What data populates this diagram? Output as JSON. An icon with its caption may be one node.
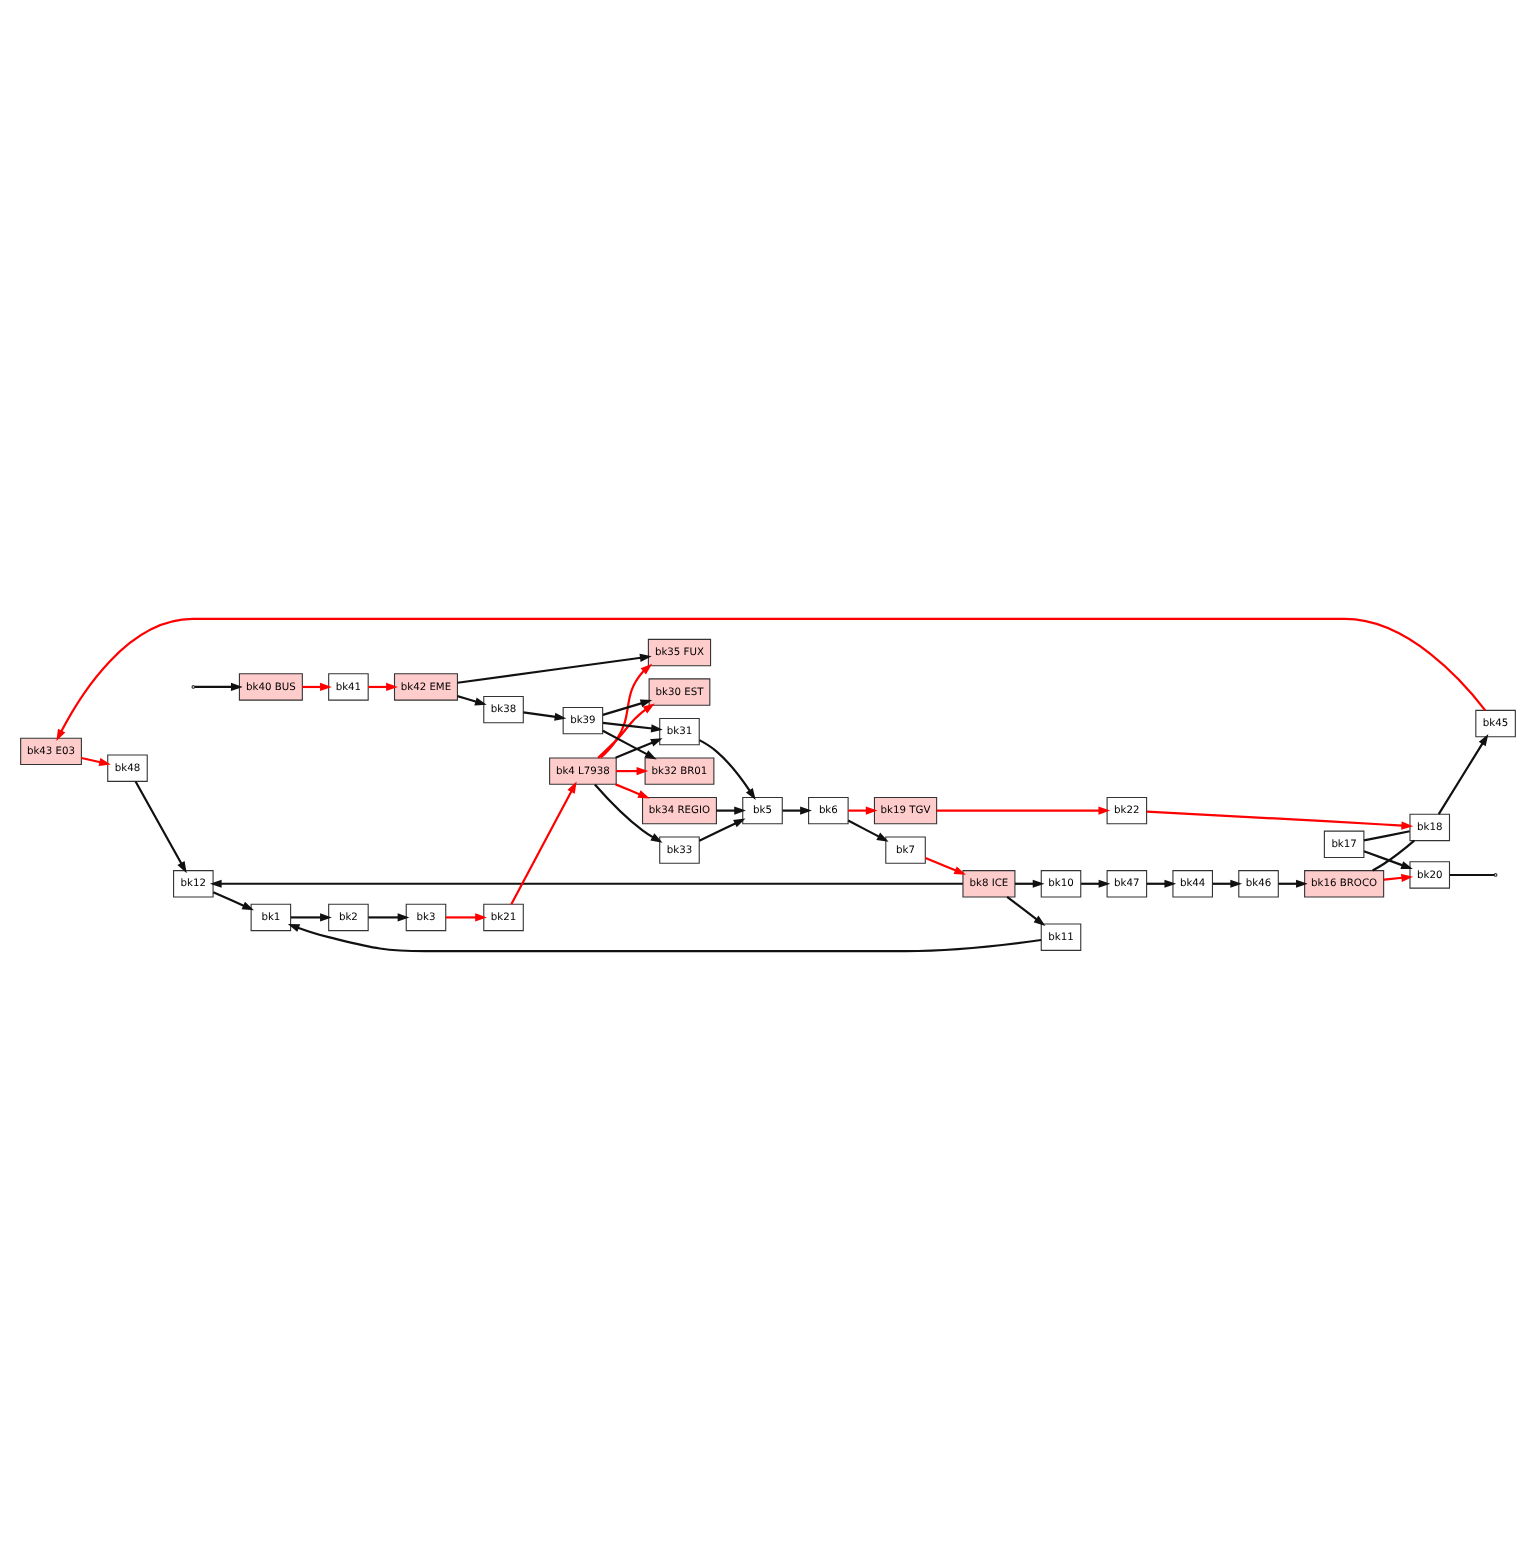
{
  "diagram": {
    "nodes": [
      {
        "text": [
          "bk43 E03"
        ]
      },
      {
        "text": [
          "bk45"
        ]
      },
      {
        "text": [
          "bk44"
        ]
      },
      {
        "text": [
          "bk46"
        ]
      },
      {
        "text": [
          "bk48"
        ]
      },
      {
        "text": [
          "bk47"
        ]
      },
      {
        "text": [
          "bk16 BROCO"
        ]
      },
      {
        "text": [
          "bk17"
        ]
      },
      {
        "text": [
          "bk18"
        ]
      },
      {
        "text": [
          "bk10"
        ]
      },
      {
        "text": [
          "bk11"
        ]
      },
      {
        "text": [
          "bk8 ICE"
        ]
      },
      {
        "text": [
          "bk12"
        ]
      },
      {
        "text": [
          "bk1"
        ]
      },
      {
        "text": [
          "bk40 BUS"
        ]
      },
      {
        "text": [
          "bk3"
        ]
      },
      {
        "text": [
          "bk2"
        ]
      },
      {
        "text": [
          "bk6"
        ]
      },
      {
        "text": [
          "bk7"
        ]
      },
      {
        "text": [
          "bk20"
        ]
      },
      {
        "text": [
          "bk19 TGV"
        ]
      },
      {
        "text": [
          "bk22"
        ]
      },
      {
        "text": [
          "bk41"
        ]
      },
      {
        "text": [
          "bk21"
        ]
      },
      {
        "text": [
          "bk30 EST"
        ]
      },
      {
        "text": [
          "bk31"
        ]
      },
      {
        "text": [
          "bk32 BR01"
        ]
      },
      {
        "text": [
          "bk33"
        ]
      },
      {
        "text": [
          "bk34 REGIO"
        ]
      },
      {
        "text": [
          "bk5"
        ]
      },
      {
        "text": [
          "bk35 FUX"
        ]
      },
      {
        "text": [
          "bk4 L7938"
        ]
      },
      {
        "text": [
          "bk42 EME"
        ]
      },
      {
        "text": [
          "bk38"
        ]
      },
      {
        "text": [
          "bk39"
        ]
      }
    ],
    "edges": [
      {
        "from": 1,
        "to": 0,
        "arrow": "to",
        "color": "#ff0000"
      },
      {
        "from": 0,
        "to": 4,
        "arrow": "to",
        "color": "#ff0000"
      },
      {
        "from": 4,
        "to": 12,
        "arrow": "to"
      },
      {
        "from": 5,
        "to": 2,
        "arrow": "to"
      },
      {
        "from": 2,
        "to": 3,
        "arrow": "to"
      },
      {
        "from": 3,
        "to": 6,
        "arrow": "to"
      },
      {
        "from": 9,
        "to": 5,
        "arrow": "to"
      },
      {
        "from": 11,
        "to": 9,
        "arrow": "to"
      },
      {
        "from": 11,
        "to": 10,
        "arrow": "to"
      },
      {
        "from": 11,
        "to": 12,
        "arrow": "to"
      },
      {
        "from": 10,
        "to": 13,
        "arrow": "to"
      },
      {
        "from": 12,
        "to": 13,
        "arrow": "to"
      },
      {
        "from": 18,
        "to": 11,
        "arrow": "to",
        "color": "#ff0000"
      },
      {
        "from": 13,
        "to": 16,
        "arrow": "to"
      },
      {
        "from": 16,
        "to": 15,
        "arrow": "to"
      },
      {
        "from": 15,
        "to": 23,
        "arrow": "to",
        "color": "#ff0000"
      },
      {
        "from": 23,
        "to": 31,
        "arrow": "to",
        "color": "#ff0000"
      },
      {
        "from": null,
        "to": 14,
        "arrow": "to"
      },
      {
        "from": 14,
        "to": 22,
        "arrow": "to",
        "color": "#ff0000"
      },
      {
        "from": 22,
        "to": 32,
        "arrow": "to",
        "color": "#ff0000"
      },
      {
        "from": 29,
        "to": 17,
        "arrow": "to"
      },
      {
        "from": 17,
        "to": 18,
        "arrow": "to"
      },
      {
        "from": 17,
        "to": 20,
        "arrow": "to",
        "color": "#ff0000"
      },
      {
        "from": 20,
        "to": 21,
        "arrow": "to",
        "color": "#ff0000"
      },
      {
        "from": 21,
        "to": 8,
        "arrow": "to",
        "color": "#ff0000"
      },
      {
        "from": 8,
        "to": 1,
        "arrow": "to"
      },
      {
        "from": 6,
        "to": 19,
        "arrow": "to",
        "color": "#ff0000"
      },
      {
        "from": 7,
        "to": 19,
        "arrow": "to"
      },
      {
        "from": 7,
        "to": 8,
        "arrow": "none"
      },
      {
        "from": 6,
        "to": 8,
        "arrow": "none"
      },
      {
        "from": 19,
        "to": null,
        "arrow": "none"
      },
      {
        "from": 31,
        "to": 24,
        "arrow": "to",
        "color": "#ff0000"
      },
      {
        "from": 31,
        "to": 25,
        "arrow": "to"
      },
      {
        "from": 31,
        "to": 26,
        "arrow": "to",
        "color": "#ff0000"
      },
      {
        "from": 31,
        "to": 27,
        "arrow": "to"
      },
      {
        "from": 31,
        "to": 28,
        "arrow": "to",
        "color": "#ff0000"
      },
      {
        "from": 31,
        "to": 30,
        "arrow": "to",
        "color": "#ff0000"
      },
      {
        "from": 32,
        "to": 33,
        "arrow": "to"
      },
      {
        "from": 32,
        "to": 30,
        "arrow": "to"
      },
      {
        "from": 25,
        "to": 29,
        "arrow": "to"
      },
      {
        "from": 27,
        "to": 29,
        "arrow": "to"
      },
      {
        "from": 28,
        "to": 29,
        "arrow": "to"
      },
      {
        "from": 33,
        "to": 34,
        "arrow": "to"
      },
      {
        "from": 34,
        "to": 24,
        "arrow": "to"
      },
      {
        "from": 34,
        "to": 25,
        "arrow": "to"
      },
      {
        "from": 34,
        "to": 26,
        "arrow": "to"
      }
    ]
  }
}
